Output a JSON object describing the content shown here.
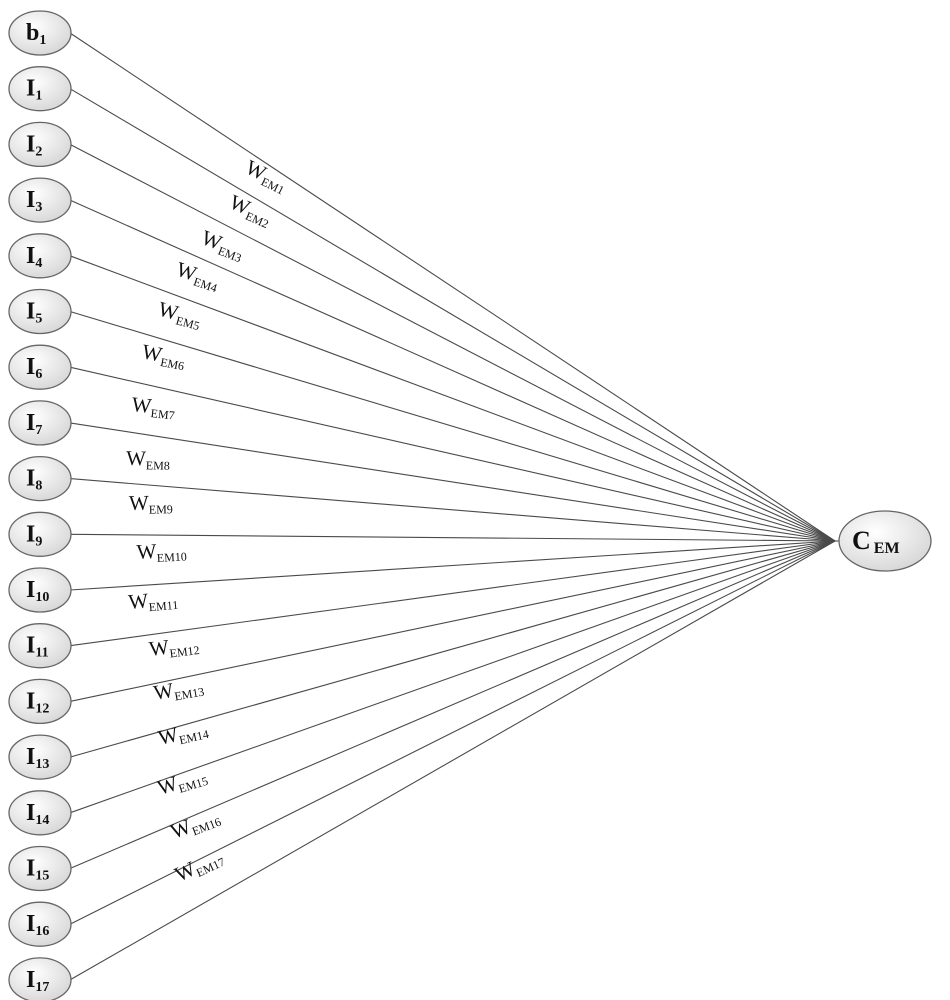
{
  "output_node": {
    "main": "C",
    "sub": "EM"
  },
  "input_nodes": [
    {
      "main": "b",
      "sub": "1"
    },
    {
      "main": "I",
      "sub": "1"
    },
    {
      "main": "I",
      "sub": "2"
    },
    {
      "main": "I",
      "sub": "3"
    },
    {
      "main": "I",
      "sub": "4"
    },
    {
      "main": "I",
      "sub": "5"
    },
    {
      "main": "I",
      "sub": "6"
    },
    {
      "main": "I",
      "sub": "7"
    },
    {
      "main": "I",
      "sub": "8"
    },
    {
      "main": "I",
      "sub": "9"
    },
    {
      "main": "I",
      "sub": "10"
    },
    {
      "main": "I",
      "sub": "11"
    },
    {
      "main": "I",
      "sub": "12"
    },
    {
      "main": "I",
      "sub": "13"
    },
    {
      "main": "I",
      "sub": "14"
    },
    {
      "main": "I",
      "sub": "15"
    },
    {
      "main": "I",
      "sub": "16"
    },
    {
      "main": "I",
      "sub": "17"
    }
  ],
  "weight_labels": [
    {
      "main": "W",
      "sub": "EM1"
    },
    {
      "main": "W",
      "sub": "EM2"
    },
    {
      "main": "W",
      "sub": "EM3"
    },
    {
      "main": "W",
      "sub": "EM4"
    },
    {
      "main": "W",
      "sub": "EM5"
    },
    {
      "main": "W",
      "sub": "EM6"
    },
    {
      "main": "W",
      "sub": "EM7"
    },
    {
      "main": "W",
      "sub": "EM8"
    },
    {
      "main": "W",
      "sub": "EM9"
    },
    {
      "main": "W",
      "sub": "EM10"
    },
    {
      "main": "W",
      "sub": "EM11"
    },
    {
      "main": "W",
      "sub": "EM12"
    },
    {
      "main": "W",
      "sub": "EM13"
    },
    {
      "main": "W",
      "sub": "EM14"
    },
    {
      "main": "W",
      "sub": "EM15"
    },
    {
      "main": "W",
      "sub": "EM16"
    },
    {
      "main": "W",
      "sub": "EM17"
    }
  ],
  "colors": {
    "node_fill_light": "#ffffff",
    "node_fill_dark": "#d6d6d6",
    "node_stroke": "#666666",
    "edge": "#4a4a4a",
    "text": "#111111"
  }
}
